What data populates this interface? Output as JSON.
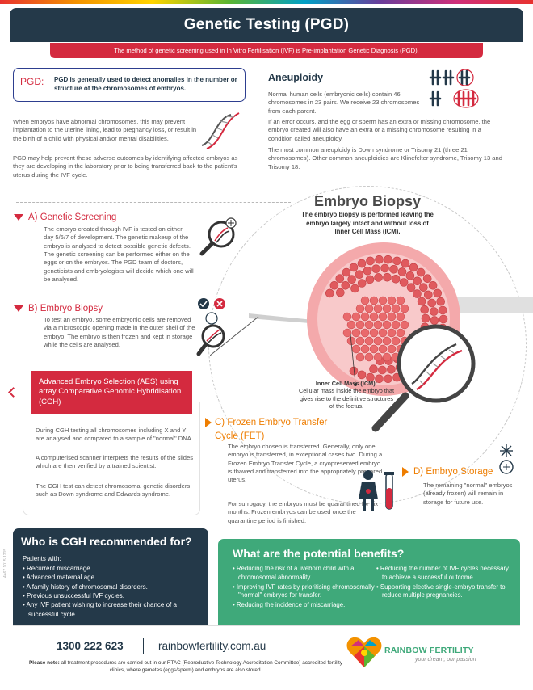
{
  "header": {
    "title": "Genetic Testing (PGD)",
    "subtitle": "The method of genetic screening used in In Vitro Fertilisation (IVF) is Pre-implantation Genetic Diagnosis (PGD)."
  },
  "pgd": {
    "tag": "PGD:",
    "definition": "PGD is generally used to detect anomalies in the number or structure of the chromosomes of embryos.",
    "para1": "When embryos have abnormal chromosomes, this may prevent implantation to the uterine lining, lead to pregnancy loss, or result in the birth of a child with physical and/or mental disabilities.",
    "para2": "PGD may help prevent these adverse outcomes by identifying affected embryos as they are developing in the laboratory prior to being transferred back to the patient's uterus during the IVF cycle."
  },
  "aneuploidy": {
    "title": "Aneuploidy",
    "para1": "Normal human cells (embryonic cells) contain 46 chromosomes in 23 pairs. We receive 23 chromosomes from each parent.",
    "para2": "If an error occurs, and the egg or sperm has an extra or missing chromosome, the embryo created will also have an extra or a missing chromosome resulting in a condition called aneuploidy.",
    "para3": "The most common aneuploidy is Down syndrome or Trisomy 21 (three 21 chromosomes). Other common aneuploidies are Klinefelter syndrome, Trisomy 13 and Trisomy 18."
  },
  "biopsy": {
    "title": "Embryo Biopsy",
    "description": "The embryo biopsy is performed leaving the embryo largely intact and without loss of Inner Cell Mass (ICM).",
    "icm_title": "Inner Cell Mass (ICM):",
    "icm_text": "Cellular mass inside the embryo that gives rise to the definitive structures of the foetus."
  },
  "sections": {
    "a_title": "A) Genetic Screening",
    "a_text": "The embryo created through IVF is tested on either day 5/6/7 of development. The genetic makeup of the embryo is analysed to detect possible genetic defects. The genetic screening can be performed either on the eggs or on the embryos. The PGD team of doctors, geneticists and embryologists will decide which one will be analysed.",
    "b_title": "B) Embryo Biopsy",
    "b_text": "To test an embryo, some embryonic cells are removed via a microscopic opening made in the outer shell of the embryo. The embryo is then frozen and kept in storage while the cells are analysed.",
    "c_title": "C) Frozen Embryo Transfer Cycle (FET)",
    "c_text1": "The embryo chosen is transferred. Generally, only one embryo is transferred, in exceptional cases two. During a Frozen Embryo Transfer Cycle, a cryopreserved embryo is thawed and transferred into the appropriately prepared uterus.",
    "c_text2": "For surrogacy, the embryos must be quarantined for six months. Frozen embryos can be used once the quarantine period is finished.",
    "d_title": "D) Embryo Storage",
    "d_text": "The remaining \"normal\" embryos (already frozen) will remain in storage for future use."
  },
  "aes": {
    "title": "Advanced Embryo Selection (AES) using array Comparative Genomic Hybridisation (CGH)",
    "para1": "During CGH testing all chromosomes including X and Y are analysed and compared to a sample of \"normal\" DNA.",
    "para2": "A computerised scanner interprets the results of the slides which are then verified by a trained scientist.",
    "para3": "The CGH test can detect chromosomal genetic disorders such as Down syndrome and Edwards syndrome."
  },
  "cgh_panel": {
    "title": "Who is CGH recommended for?",
    "subtitle": "Patients with:",
    "items": [
      "• Recurrent miscarriage.",
      "• Advanced maternal age.",
      "• A family history of chromosomal disorders.",
      "• Previous unsuccessful IVF cycles.",
      "• Any IVF patient wishing to increase their chance of a successful cycle."
    ]
  },
  "benefits": {
    "title": "What are the potential benefits?",
    "col1": [
      "• Reducing the risk of a liveborn child with a chromosomal abnormality.",
      "• Improving IVF rates by prioritising chromosomally \"normal\" embryos for transfer.",
      "• Reducing the incidence of miscarriage."
    ],
    "col2": [
      "• Reducing the number of IVF cycles necessary to achieve a successful outcome.",
      "• Supporting elective single-embryo transfer to reduce multiple pregnancies."
    ]
  },
  "footer": {
    "phone": "1300 222 623",
    "website": "rainbowfertility.com.au",
    "brand": "RAINBOW FERTILITY",
    "tagline": "your dream, our passion",
    "note_bold": "Please note:",
    "note": " all treatment procedures are carried out in our RTAC (Reproductive Technology Accreditation Committee) accredited fertility clinics, where gametes (eggs/sperm) and embryos are also stored.",
    "ref_code": "4467 1015 1215"
  },
  "colors": {
    "navy": "#243949",
    "red": "#d42a3f",
    "orange": "#ee7d00",
    "green": "#3fa97a"
  }
}
